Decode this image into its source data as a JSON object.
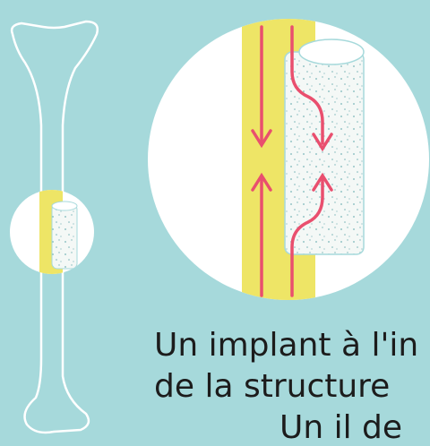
{
  "caption": {
    "line1": "Un implant à l'in",
    "line2": "de la structure",
    "line3": "Un il de"
  },
  "colors": {
    "background": "#a6d9db",
    "bone_cortex": "#eee566",
    "arrow": "#e94f6e",
    "implant": "#f4f8f6",
    "outline": "#ffffff",
    "text": "#1c1c1c"
  },
  "icons": {
    "bone": "long-bone-icon",
    "implant": "porous-implant-cylinder-icon",
    "arrows": "converging-arrows-icon"
  }
}
